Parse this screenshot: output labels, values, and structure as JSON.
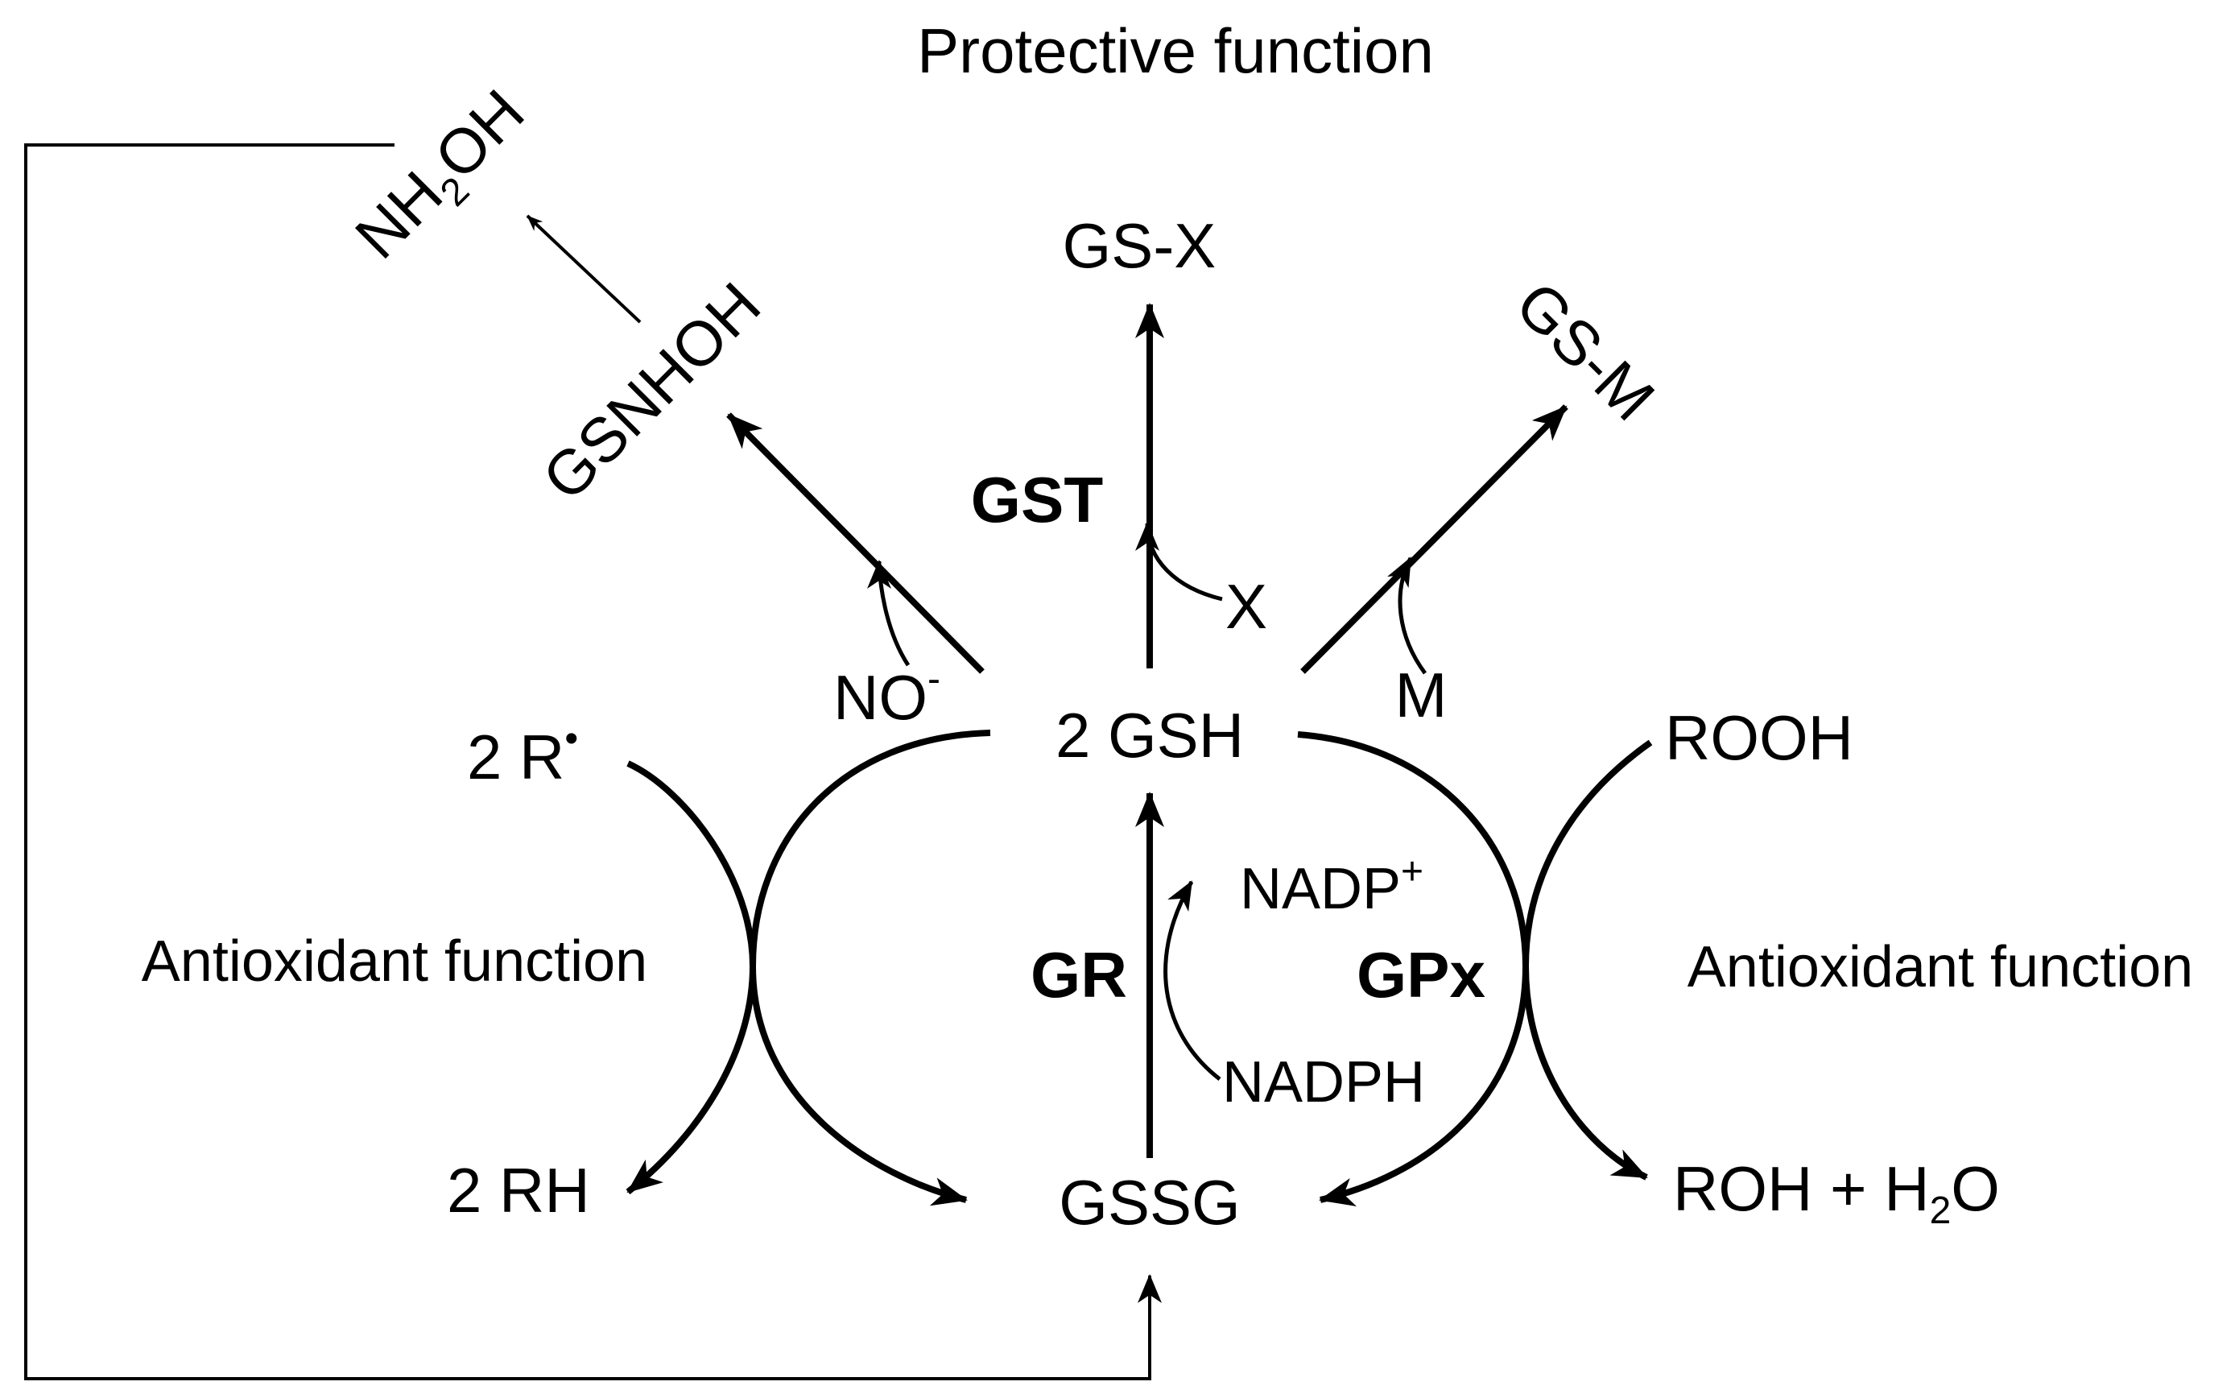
{
  "title": "Protective function",
  "left_function": "Antioxidant function",
  "right_function": "Antioxidant function",
  "species": {
    "gsh_coef": "2",
    "gsh": "GSH",
    "gssg": "GSSG",
    "gsx": "GS-X",
    "gsm": "GS-M",
    "gsnhoh": "GSNHOH",
    "nh2oh_a": "NH",
    "nh2oh_sub": "2",
    "nh2oh_b": "OH",
    "no": "NO",
    "no_sup": "-",
    "x": "X",
    "m": "M",
    "r_rad": "2 R",
    "r_rad_sup": "•",
    "rh": "2 RH",
    "rooh": "ROOH",
    "roh_a": "ROH + H",
    "roh_sub": "2",
    "roh_b": "O",
    "nadp": "NADP",
    "nadp_sup": "+",
    "nadph": "NADPH"
  },
  "enzymes": {
    "gst": "GST",
    "gr": "GR",
    "gpx": "GPx"
  }
}
